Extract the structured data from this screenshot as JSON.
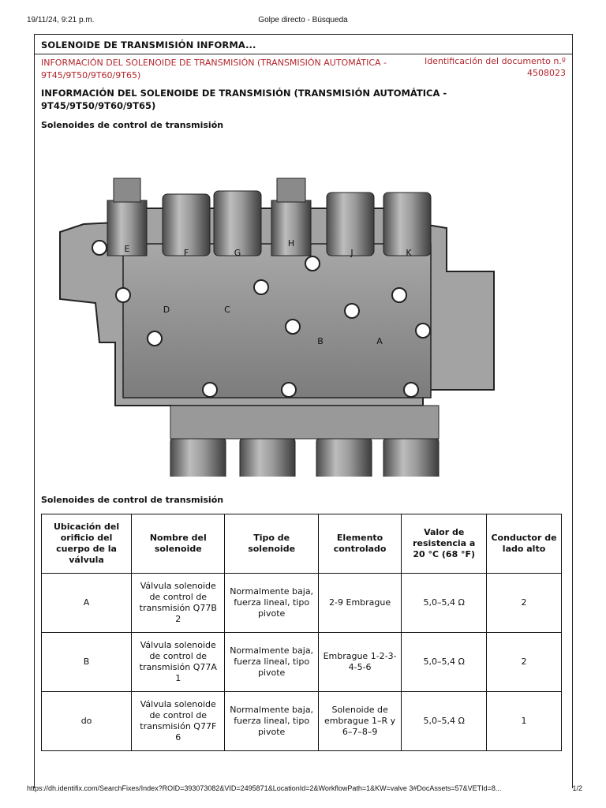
{
  "print_header": {
    "date": "19/11/24, 9:21 p.m.",
    "title": "Golpe directo - Búsqueda"
  },
  "document": {
    "name": "SOLENOIDE DE TRANSMISIÓN INFORMA...",
    "subtitle": "INFORMACIÓN DEL SOLENOIDE DE TRANSMISIÓN (TRANSMISIÓN AUTOMÁTICA - 9T45/9T50/9T60/9T65)",
    "doc_id_label": "Identificación del documento n.º",
    "doc_id": "4508023",
    "heading": "INFORMACIÓN DEL SOLENOIDE DE TRANSMISIÓN (TRANSMISIÓN AUTOMÁTICA - 9T45/9T50/9T60/9T65)",
    "section1": "Solenoides de control de transmisión",
    "section2": "Solenoides de control de transmisión"
  },
  "figure": {
    "top_labels": [
      "E",
      "F",
      "G",
      "H",
      "J",
      "K"
    ],
    "body_labels": [
      "D",
      "C",
      "B",
      "A"
    ]
  },
  "table": {
    "headers": [
      "Ubicación del orificio del cuerpo de la válvula",
      "Nombre del solenoide",
      "Tipo de solenoide",
      "Elemento controlado",
      "Valor de resistencia a 20 °C (68 °F)",
      "Conductor de lado alto"
    ],
    "rows": [
      [
        "A",
        "Válvula solenoide de control de transmisión Q77B 2",
        "Normalmente baja, fuerza lineal, tipo pivote",
        "2-9 Embrague",
        "5,0–5,4 Ω",
        "2"
      ],
      [
        "B",
        "Válvula solenoide de control de transmisión Q77A 1",
        "Normalmente baja, fuerza lineal, tipo pivote",
        "Embrague 1-2-3-4-5-6",
        "5,0–5,4 Ω",
        "2"
      ],
      [
        "do",
        "Válvula solenoide de control de transmisión Q77F 6",
        "Normalmente baja, fuerza lineal, tipo pivote",
        "Solenoide de embrague 1–R y 6–7–8–9",
        "5,0–5,4 Ω",
        "1"
      ]
    ]
  },
  "print_footer": {
    "url": "https://dh.identifix.com/SearchFixes/Index?ROID=393073082&VID=2495871&LocationId=2&WorkflowPath=1&KW=valve 3#DocAssets=57&VETId=8...",
    "page": "1/2"
  }
}
